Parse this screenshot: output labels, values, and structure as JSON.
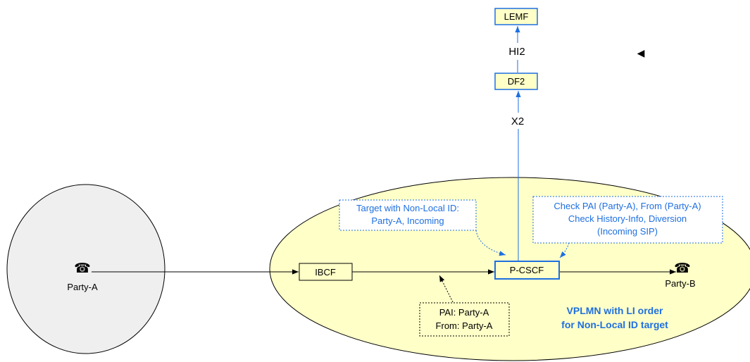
{
  "nodes": {
    "lemf": "LEMF",
    "df2": "DF2",
    "ibcf": "IBCF",
    "pcscf": "P-CSCF"
  },
  "interfaces": {
    "hi2": "HI2",
    "x2": "X2"
  },
  "parties": {
    "a": "Party-A",
    "b": "Party-B"
  },
  "icons": {
    "phone": "☎",
    "pointer": "◀"
  },
  "notes": {
    "target": [
      "Target with Non-Local ID:",
      "Party-A, Incoming"
    ],
    "check": [
      "Check PAI (Party-A), From (Party-A)",
      "Check History-Info, Diversion",
      "(Incoming SIP)"
    ],
    "headers": [
      "PAI: Party-A",
      "From: Party-A"
    ]
  },
  "network_label": [
    "VPLMN  with LI order",
    "for Non-Local ID target"
  ],
  "colors": {
    "blue": "#1e6fe0",
    "node_fill": "#ffffc8",
    "ellipse_fill": "#ffffc8",
    "gray_fill": "#efefef"
  }
}
